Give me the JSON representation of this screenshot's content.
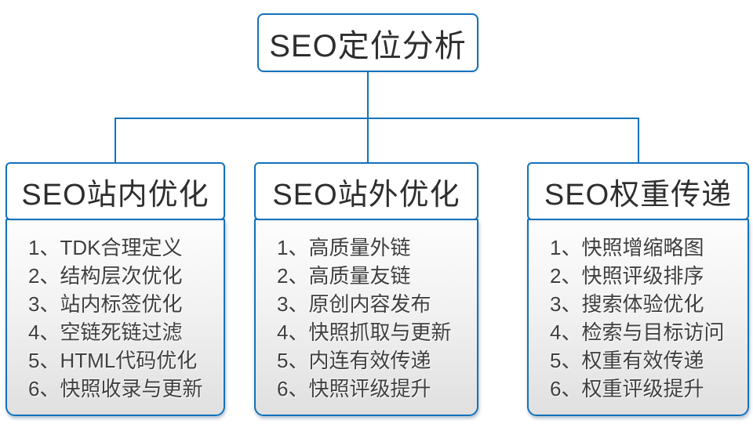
{
  "diagram": {
    "root": {
      "title": "SEO定位分析"
    },
    "columns": [
      {
        "title": "SEO站内优化",
        "items": [
          "1、TDK合理定义",
          "2、结构层次优化",
          "3、站内标签优化",
          "4、空链死链过滤",
          "5、HTML代码优化",
          "6、快照收录与更新"
        ]
      },
      {
        "title": "SEO站外优化",
        "items": [
          "1、高质量外链",
          "2、高质量友链",
          "3、原创内容发布",
          "4、快照抓取与更新",
          "5、内连有效传递",
          "6、快照评级提升"
        ]
      },
      {
        "title": "SEO权重传递",
        "items": [
          "1、快照增缩略图",
          "2、快照评级排序",
          "3、搜索体验优化",
          "4、检索与目标访问",
          "5、权重有效传递",
          "6、权重评级提升"
        ]
      }
    ],
    "colors": {
      "accent": "#1272BC",
      "text": "#3f3f3f",
      "panel_top": "#fdfdfd",
      "panel_bottom": "#e0e0e0"
    }
  }
}
